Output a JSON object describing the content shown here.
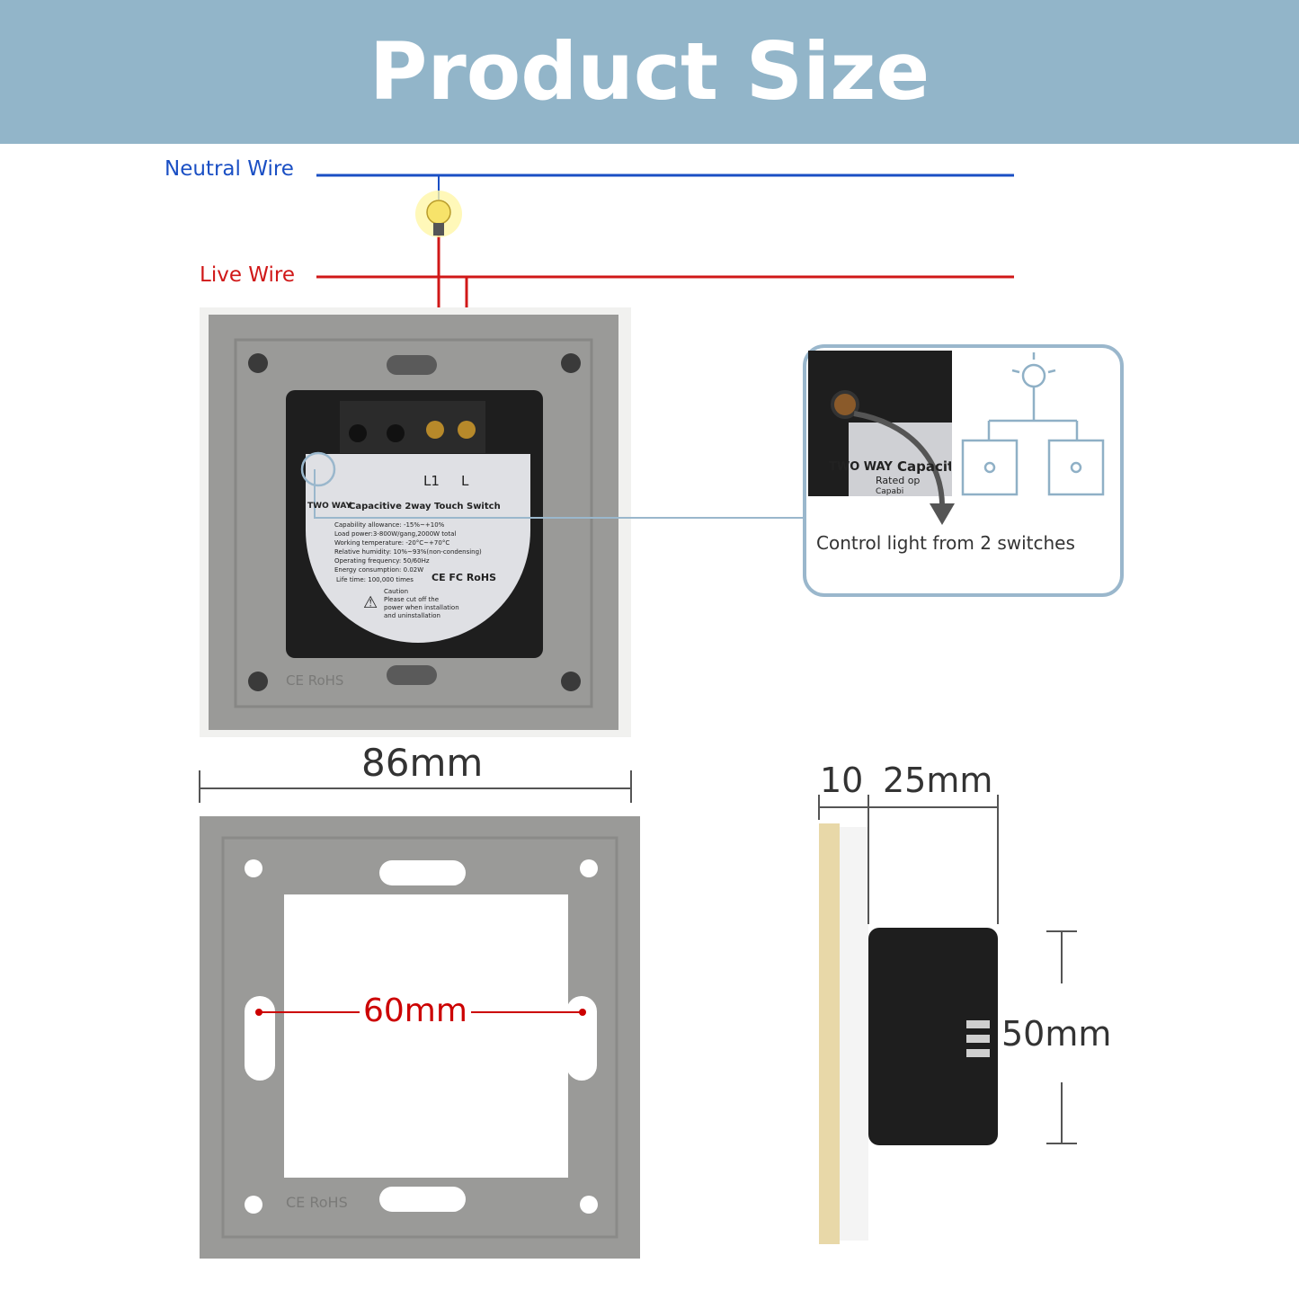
{
  "header": {
    "title": "Product Size"
  },
  "wiring": {
    "neutral_label": "Neutral Wire",
    "live_label": "Live Wire",
    "neutral_color": "#1a4fc4",
    "live_color": "#d01818"
  },
  "switch_back": {
    "terminal_l1": "L1",
    "terminal_l": "L",
    "two_way": "TWO WAY",
    "title": "Capacitive 2way Touch Switch",
    "specs": [
      "Capability allowance: -15%~+10%",
      "Load power:3-800W/gang,2000W total",
      "Working temperature: -20°C~+70°C",
      "Relative humidity: 10%~93%(non-condensing)",
      "Operating frequency: 50/60Hz",
      "Energy consumption: 0.02W",
      "Life time: 100,000 times"
    ],
    "certs": "CE FC RoHS",
    "caution_title": "Caution",
    "caution_text": [
      "Please cut off the",
      "power when installation",
      "and uninstallation"
    ],
    "plate_marking": "CE RoHS"
  },
  "callout": {
    "text": "Control light from 2 switches",
    "zoom_two_way": "TWO WAY",
    "zoom_word": "Capacit",
    "zoom_rated": "Rated op",
    "zoom_capab": "Capabi"
  },
  "dimensions": {
    "width": "86mm",
    "hole_spacing": "60mm",
    "panel_thickness": "10",
    "depth": "25mm",
    "body_height": "50mm"
  },
  "frame": {
    "marking": "CE RoHS"
  },
  "colors": {
    "header_bg": "#92b5c9",
    "plate_gray": "#9a9a98",
    "callout_border": "#9ab7cc",
    "dim_red": "#cc0000"
  }
}
